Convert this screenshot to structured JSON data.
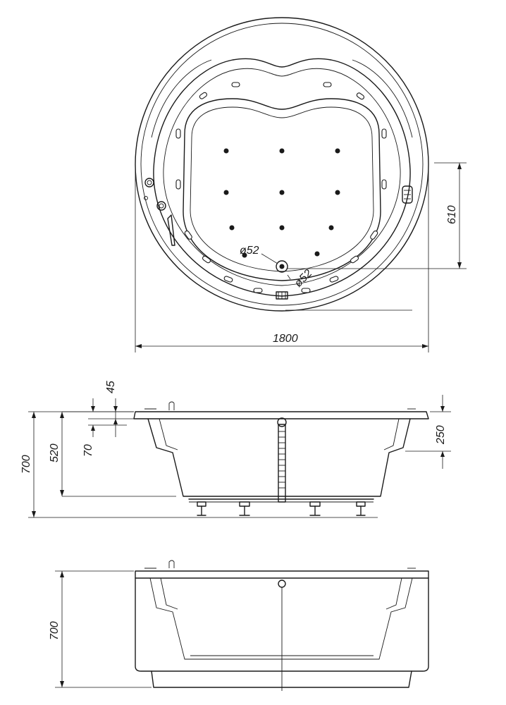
{
  "dimensions": {
    "diameter": "1800",
    "drain_offset": "610",
    "jet_diameter_1": "ø52",
    "jet_diameter_2": "ø52",
    "front_rim": "45",
    "front_step": "70",
    "front_total_height": "700",
    "front_inner_depth": "520",
    "front_seat_depth": "250",
    "side_total_height": "700"
  },
  "colors": {
    "line": "#1a1a1a",
    "background": "#ffffff"
  }
}
